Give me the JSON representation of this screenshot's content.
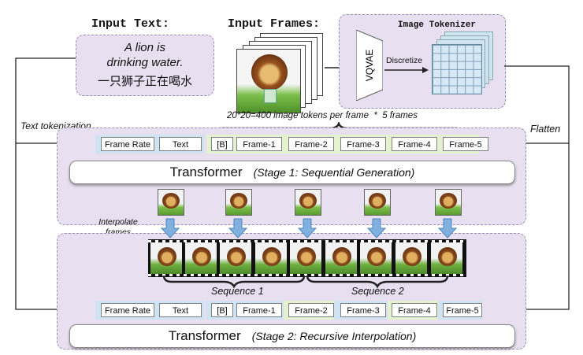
{
  "input_text": {
    "heading": "Input Text:",
    "line1": "A lion is",
    "line2": "drinking water.",
    "line3": "一只狮子正在喝水"
  },
  "input_frames": {
    "heading": "Input Frames:",
    "caption": "20*20=400 image tokens per frame  *  5 frames"
  },
  "tokenizer": {
    "title": "Image Tokenizer",
    "vqvae": "VQVAE",
    "discretize": "Discretize"
  },
  "side_labels": {
    "text_tokenization": "Text tokenization",
    "flatten": "Flatten",
    "interpolate_line1": "Interpolate",
    "interpolate_line2": "frames"
  },
  "stage1": {
    "tokens": [
      "Frame Rate",
      "Text",
      "[B]",
      "Frame-1",
      "Frame-2",
      "Frame-3",
      "Frame-4",
      "Frame-5"
    ],
    "transformer": "Transformer",
    "subtitle": "(Stage 1: Sequential Generation)"
  },
  "stage2": {
    "tokens": [
      "Frame Rate",
      "Text",
      "[B]",
      "Frame-1",
      "Frame-2",
      "Frame-3",
      "Frame-4",
      "Frame-5"
    ],
    "transformer": "Transformer",
    "subtitle": "(Stage 2: Recursive Interpolation)",
    "sequence1": "Sequence 1",
    "sequence2": "Sequence 2"
  },
  "colors": {
    "panel": "#e8e0f0",
    "blue_band": "#cfe3f3",
    "green_band": "#e4f2cf",
    "arrow_blue": "#7fb0e0"
  }
}
